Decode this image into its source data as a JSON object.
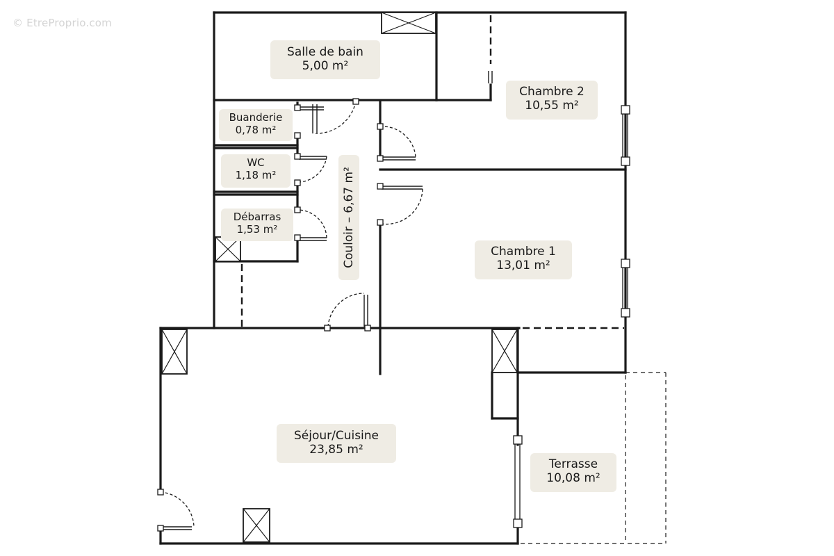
{
  "watermark": "© EtreProprio.com",
  "rooms": {
    "salle_de_bain": {
      "name": "Salle de bain",
      "area": "5,00 m²"
    },
    "chambre_2": {
      "name": "Chambre 2",
      "area": "10,55 m²"
    },
    "buanderie": {
      "name": "Buanderie",
      "area": "0,78 m²"
    },
    "wc": {
      "name": "WC",
      "area": "1,18 m²"
    },
    "debarras": {
      "name": "Débarras",
      "area": "1,53 m²"
    },
    "couloir": {
      "label": "Couloir – 6,67 m²"
    },
    "chambre_1": {
      "name": "Chambre 1",
      "area": "13,01 m²"
    },
    "sejour_cuisine": {
      "name": "Séjour/Cuisine",
      "area": "23,85 m²"
    },
    "terrasse": {
      "name": "Terrasse",
      "area": "10,08 m²"
    }
  },
  "colors": {
    "wall": "#1a1a1a",
    "label_bg": "#efece4",
    "background": "#ffffff"
  }
}
